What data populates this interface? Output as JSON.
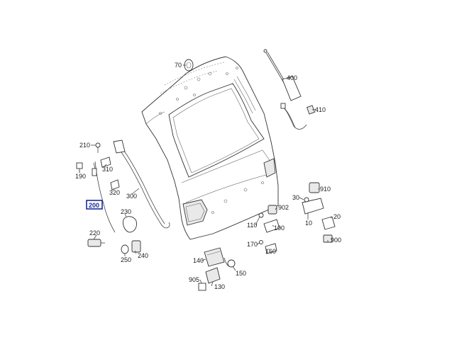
{
  "diagram": {
    "title": "",
    "highlighted_callout": "200",
    "callouts": [
      {
        "id": "70",
        "label": "70"
      },
      {
        "id": "400",
        "label": "400"
      },
      {
        "id": "410",
        "label": "410"
      },
      {
        "id": "210",
        "label": "210"
      },
      {
        "id": "310",
        "label": "310"
      },
      {
        "id": "190",
        "label": "190"
      },
      {
        "id": "320",
        "label": "320"
      },
      {
        "id": "300",
        "label": "300"
      },
      {
        "id": "200",
        "label": "200"
      },
      {
        "id": "230",
        "label": "230"
      },
      {
        "id": "220",
        "label": "220"
      },
      {
        "id": "240",
        "label": "240"
      },
      {
        "id": "250",
        "label": "250"
      },
      {
        "id": "910",
        "label": "910"
      },
      {
        "id": "30",
        "label": "30"
      },
      {
        "id": "902",
        "label": "902"
      },
      {
        "id": "110",
        "label": "110"
      },
      {
        "id": "100",
        "label": "100"
      },
      {
        "id": "10",
        "label": "10"
      },
      {
        "id": "20",
        "label": "20"
      },
      {
        "id": "900",
        "label": "900"
      },
      {
        "id": "170",
        "label": "170"
      },
      {
        "id": "160",
        "label": "160"
      },
      {
        "id": "140",
        "label": "140"
      },
      {
        "id": "150",
        "label": "150"
      },
      {
        "id": "905",
        "label": "905"
      },
      {
        "id": "130",
        "label": "130"
      }
    ]
  }
}
